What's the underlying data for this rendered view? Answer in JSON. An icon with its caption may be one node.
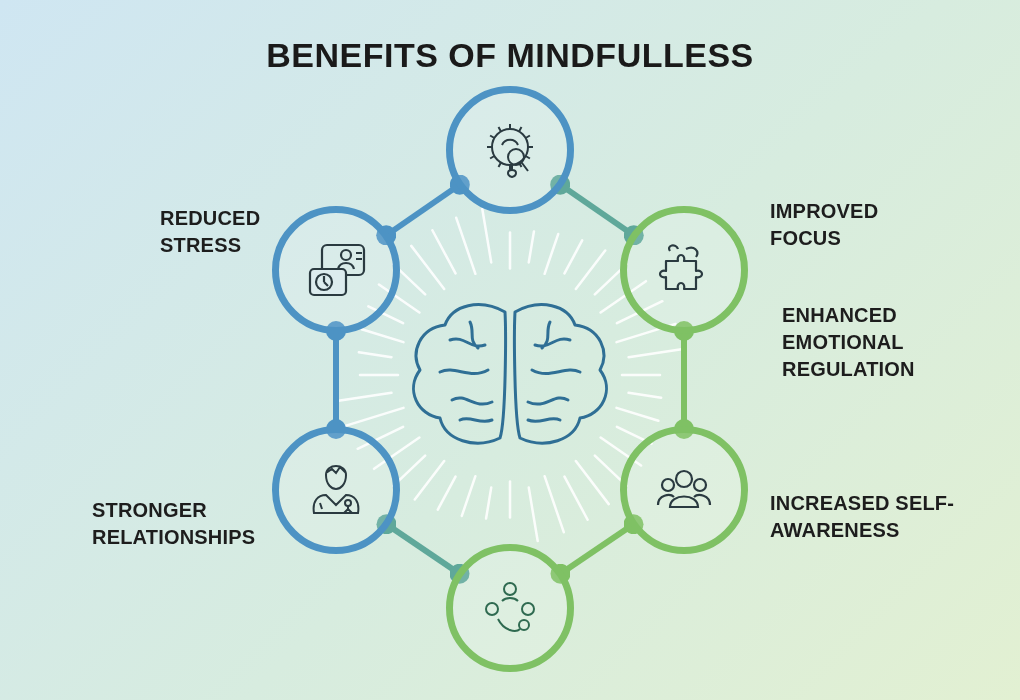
{
  "diagram": {
    "title": "BENEFITS OF MINDFULLESS",
    "nodes": [
      {
        "text": [],
        "shape": "circle"
      },
      {
        "text": [],
        "shape": "circle",
        "beside": [
          "IMPROVED FOCUS"
        ]
      },
      {
        "text": [],
        "shape": "circle",
        "beside": [
          "INCREASED SELF-AWARENESS"
        ]
      },
      {
        "text": [],
        "shape": "circle"
      },
      {
        "text": [],
        "shape": "circle",
        "beside": [
          "STRONGER RELATIONSHIPS"
        ]
      },
      {
        "text": [],
        "shape": "circle",
        "beside": [
          "REDUCED STRESS"
        ]
      }
    ],
    "edges": [
      {
        "from": 0,
        "to": 1,
        "arrow": "other"
      },
      {
        "from": 1,
        "to": 2,
        "arrow": "other"
      },
      {
        "from": 2,
        "to": 3,
        "arrow": "other"
      },
      {
        "from": 3,
        "to": 4,
        "arrow": "other"
      },
      {
        "from": 4,
        "to": 5,
        "arrow": "other"
      },
      {
        "from": 5,
        "to": 0,
        "arrow": "other"
      }
    ],
    "labels": [
      "ENHANCED EMOTIONAL REGULATION"
    ]
  }
}
